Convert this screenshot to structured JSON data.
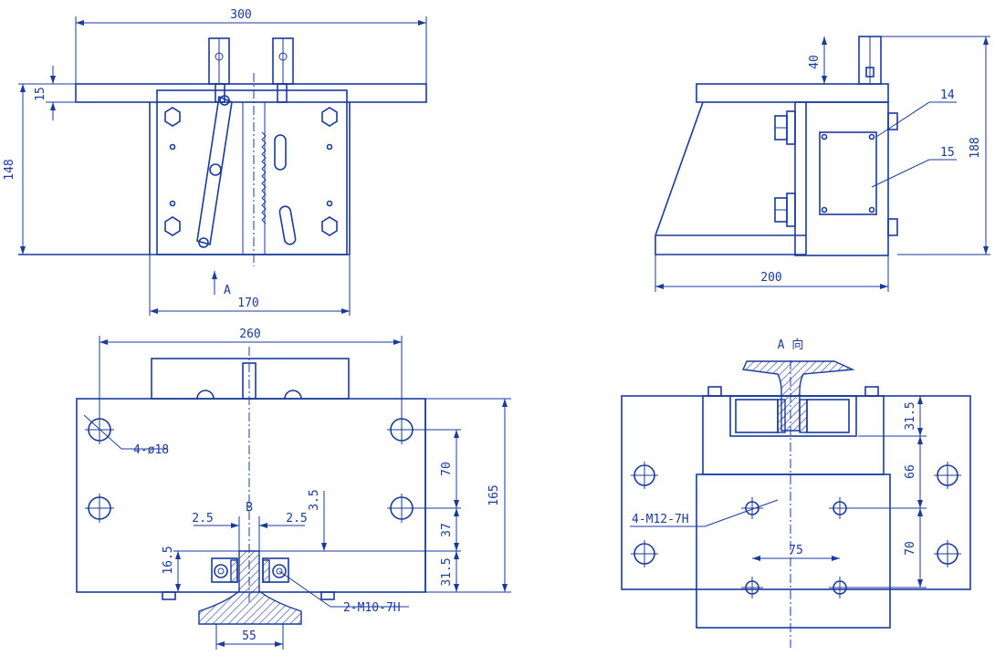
{
  "colors": {
    "line": "#1a3a9c",
    "background": "#ffffff"
  },
  "front_view": {
    "dim_width_top": "300",
    "dim_height": "148",
    "dim_plate": "15",
    "dim_base": "170",
    "arrow_label": "A"
  },
  "side_view": {
    "dim_top": "40",
    "dim_height": "188",
    "dim_length": "200",
    "callout_14": "14",
    "callout_15": "15"
  },
  "plan_view": {
    "dim_span": "260",
    "hole_label": "4-ø18",
    "dim_70": "70",
    "dim_165": "165",
    "dim_37": "37",
    "dim_31_5": "31.5",
    "dim_35": "3.5",
    "label_b": "B",
    "dim_25_left": "2.5",
    "dim_25_right": "2.5",
    "dim_165_small": "16.5",
    "thread_label": "2-M10-7H",
    "dim_55": "55"
  },
  "a_view": {
    "title": "A 向",
    "dim_31_5": "31.5",
    "dim_66": "66",
    "dim_70": "70",
    "thread_label": "4-M12-7H",
    "dim_75": "75"
  }
}
